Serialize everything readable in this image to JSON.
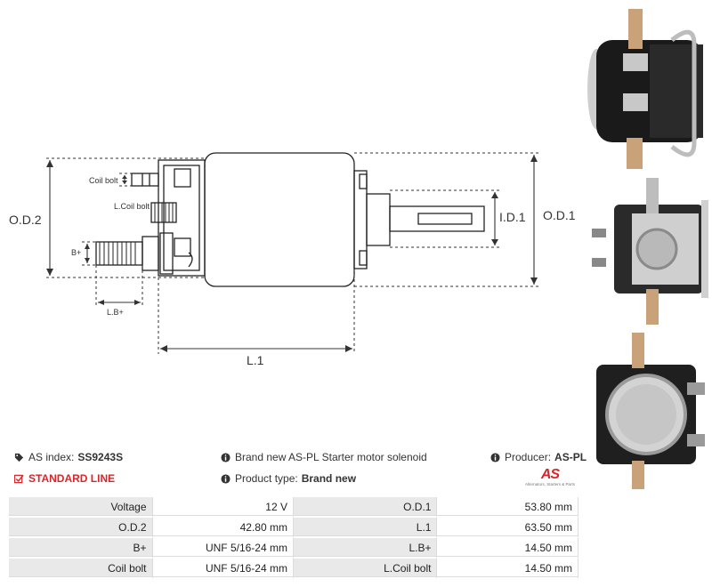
{
  "diagram": {
    "labels": {
      "od2": "O.D.2",
      "od1": "O.D.1",
      "id1": "I.D.1",
      "l1": "L.1",
      "coil_bolt": "Coil bolt",
      "l_coil_bolt": "L.Coil bolt",
      "b_plus": "B+",
      "l_b_plus": "L.B+"
    }
  },
  "info": {
    "as_index_label": "AS index:",
    "as_index_value": "SS9243S",
    "standard_line": "STANDARD LINE",
    "description": "Brand new AS-PL Starter motor solenoid",
    "product_type_label": "Product type:",
    "product_type_value": "Brand new",
    "producer_label": "Producer:",
    "producer_value": "AS-PL",
    "logo_text": "AS",
    "logo_tagline": "Alternators, Starters & Parts"
  },
  "specs": [
    {
      "k1": "Voltage",
      "v1": "12 V",
      "k2": "O.D.1",
      "v2": "53.80 mm"
    },
    {
      "k1": "O.D.2",
      "v1": "42.80 mm",
      "k2": "L.1",
      "v2": "63.50 mm"
    },
    {
      "k1": "B+",
      "v1": "UNF 5/16-24 mm",
      "k2": "L.B+",
      "v2": "14.50 mm"
    },
    {
      "k1": "Coil bolt",
      "v1": "UNF 5/16-24 mm",
      "k2": "L.Coil bolt",
      "v2": "14.50 mm"
    }
  ],
  "colors": {
    "accent_red": "#d9252a",
    "row_key_bg": "#e9e9e9"
  },
  "icons": [
    "tag-icon",
    "check-icon",
    "info-icon"
  ]
}
